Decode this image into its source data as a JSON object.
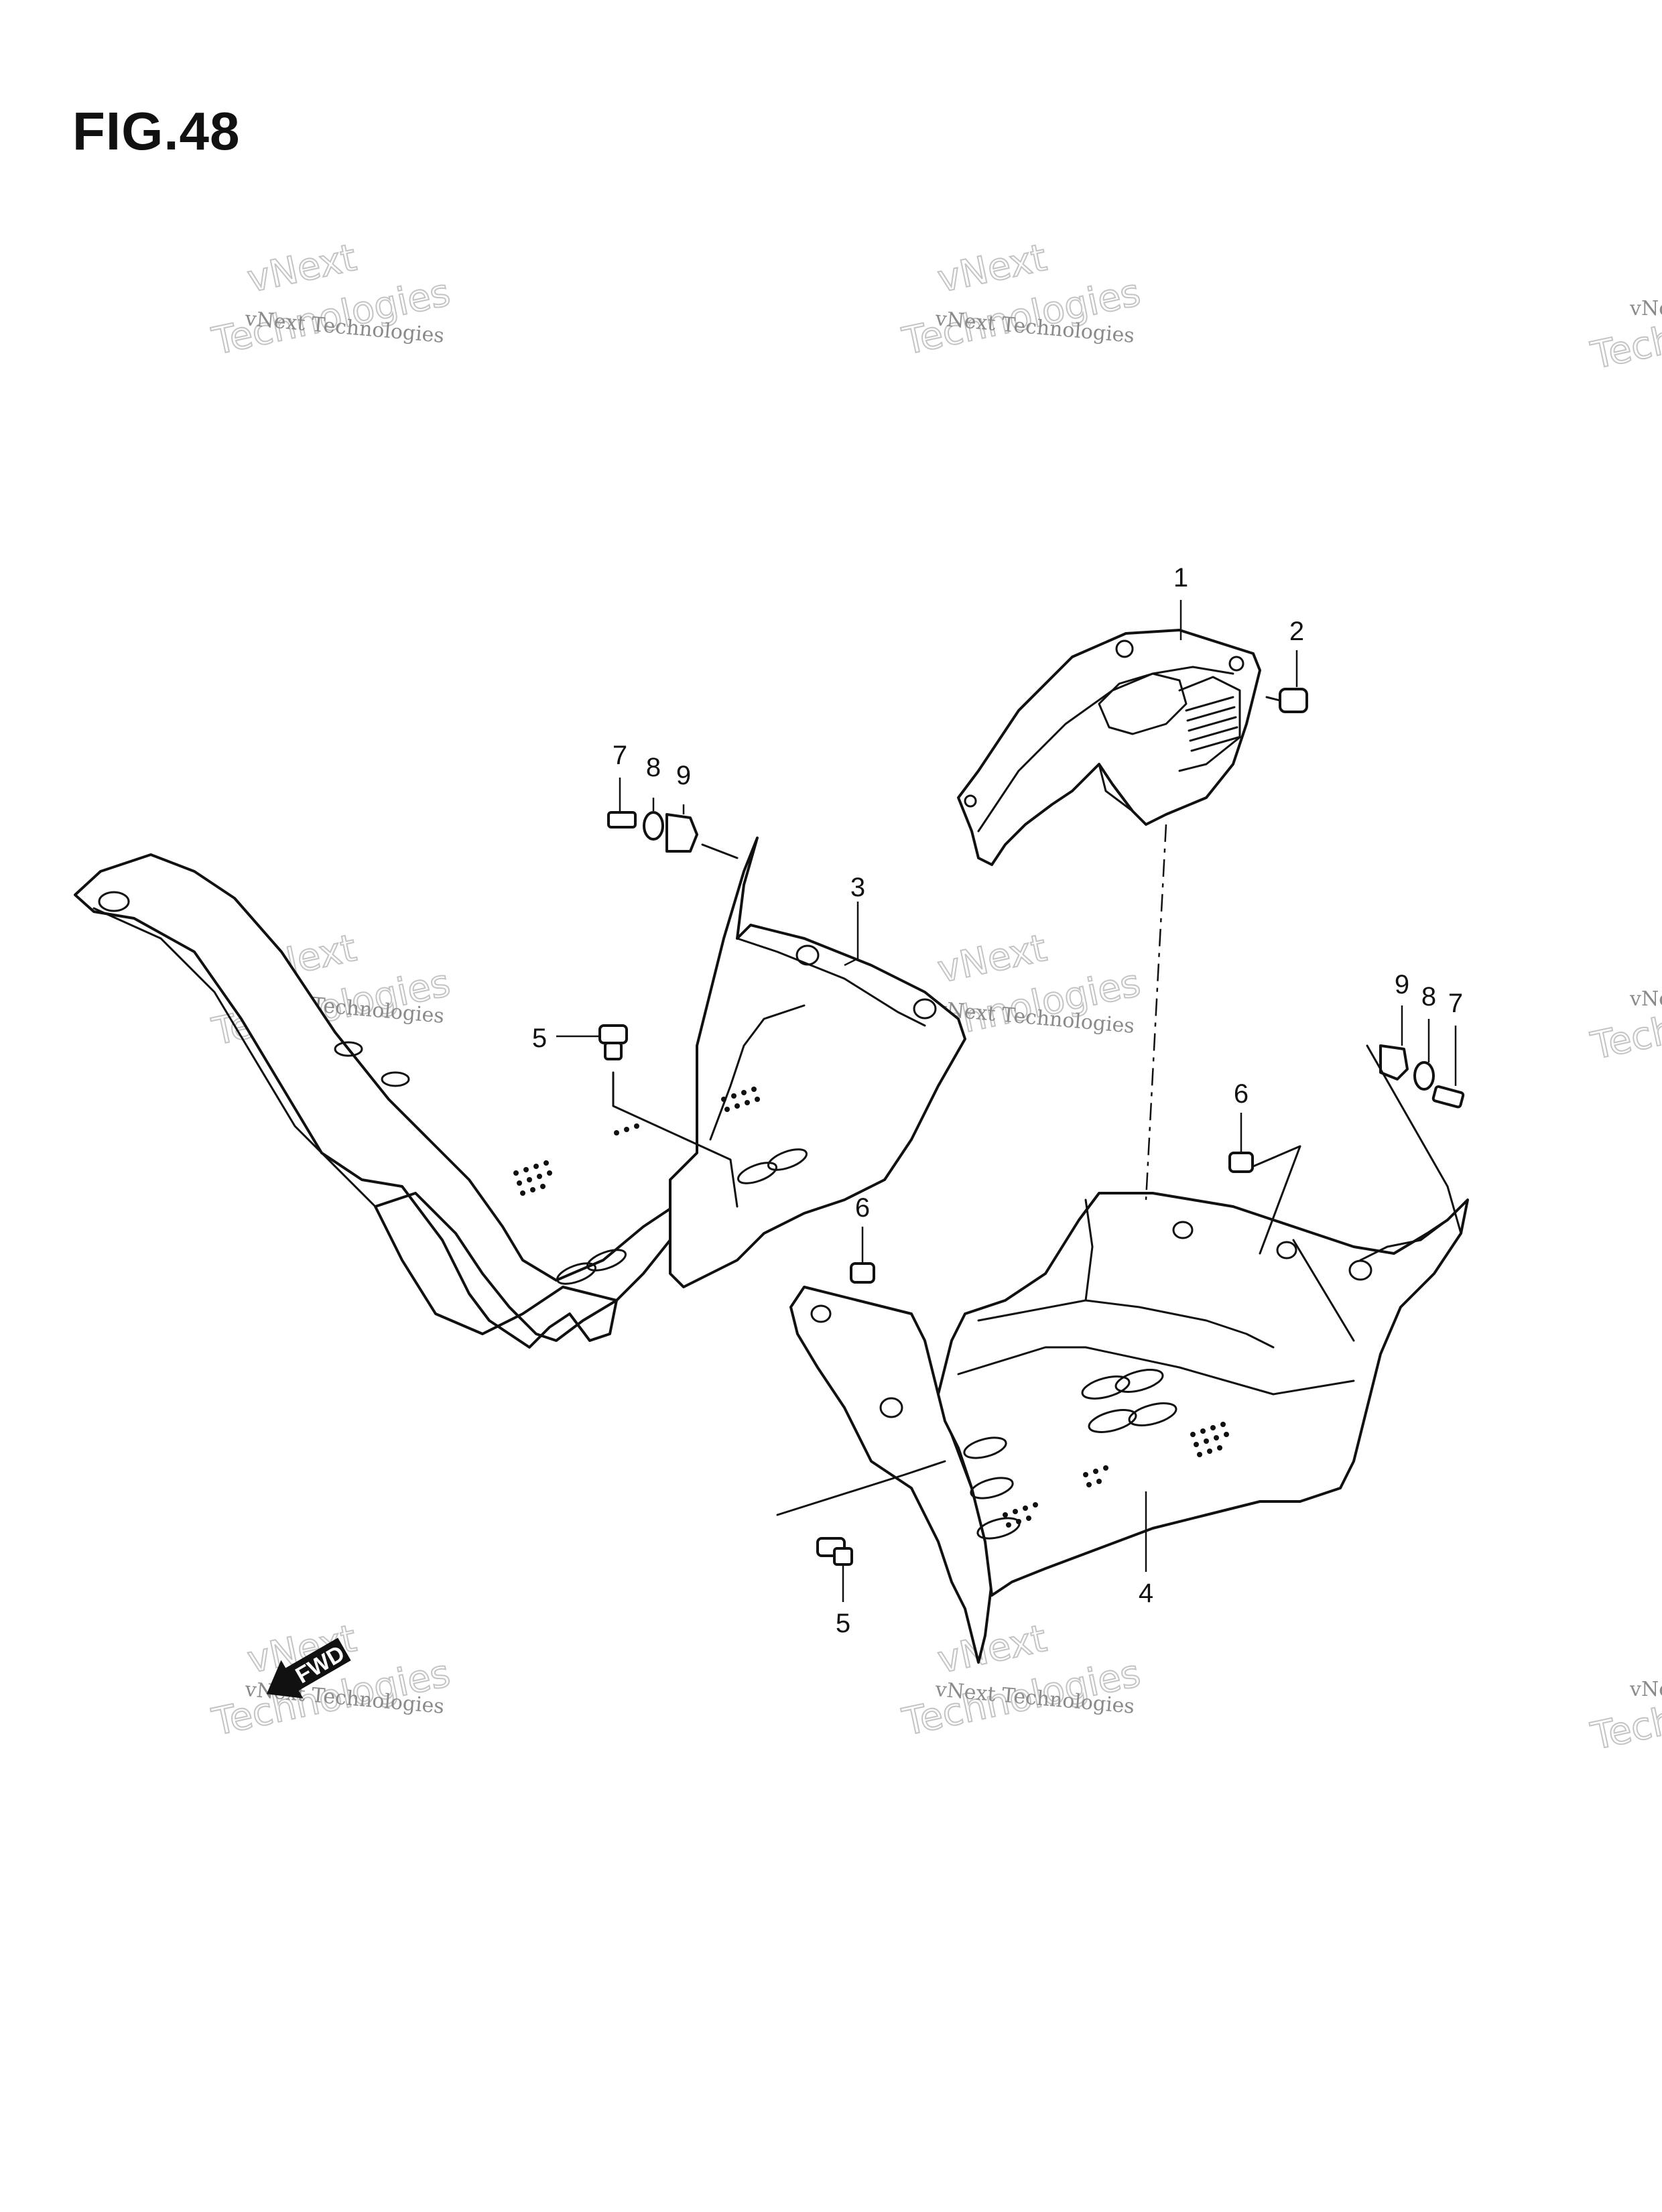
{
  "figure": {
    "title": "FIG.48"
  },
  "callouts": {
    "c1": "1",
    "c2": "2",
    "c3": "3",
    "c4": "4",
    "c5a": "5",
    "c5b": "5",
    "c6a": "6",
    "c6b": "6",
    "c7a": "7",
    "c7b": "7",
    "c8a": "8",
    "c8b": "8",
    "c9a": "9",
    "c9b": "9"
  },
  "fwd_badge": {
    "label": "FWD"
  },
  "watermark": {
    "line_small": "vNext Technologies",
    "line_big_1": "vNext",
    "line_big_2": "Technologies"
  }
}
